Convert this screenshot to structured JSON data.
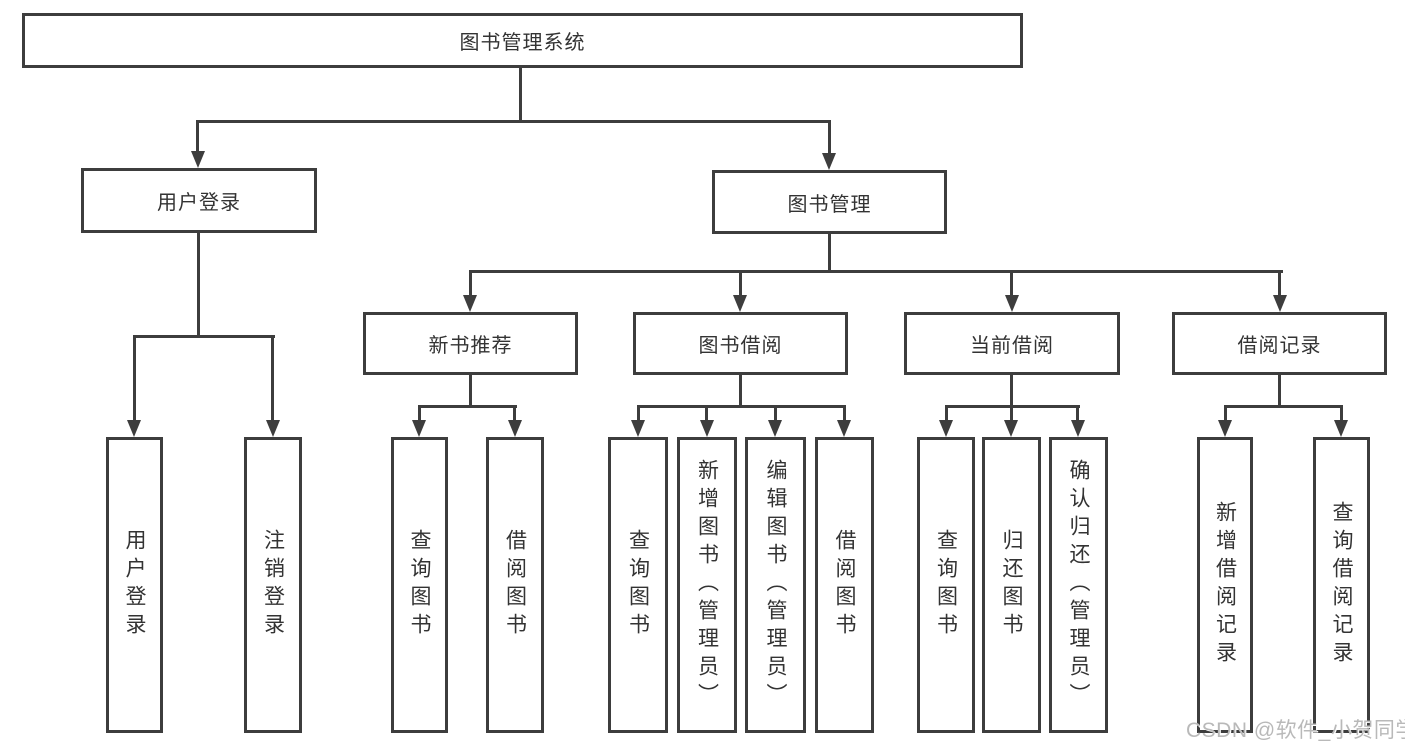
{
  "tree": {
    "root": {
      "label": "图书管理系统"
    },
    "level2": [
      {
        "label": "用户登录"
      },
      {
        "label": "图书管理"
      }
    ],
    "level3": [
      {
        "label": "新书推荐"
      },
      {
        "label": "图书借阅"
      },
      {
        "label": "当前借阅"
      },
      {
        "label": "借阅记录"
      }
    ],
    "leaves": {
      "userLogin": [
        "用户登录",
        "注销登录"
      ],
      "newBook": [
        "查询图书",
        "借阅图书"
      ],
      "bookBorrow": [
        "查询图书",
        "新增图书（管理员）",
        "编辑图书（管理员）",
        "借阅图书"
      ],
      "currentBorrow": [
        "查询图书",
        "归还图书",
        "确认归还（管理员）"
      ],
      "borrowRecord": [
        "新增借阅记录",
        "查询借阅记录"
      ]
    }
  },
  "watermark": "CSDN @软件_小贺同学",
  "colors": {
    "line": "#3d3d3d",
    "fill": "#ffffff",
    "text": "#333333",
    "watermark": "#b9b9b9",
    "background": "#ffffff"
  }
}
